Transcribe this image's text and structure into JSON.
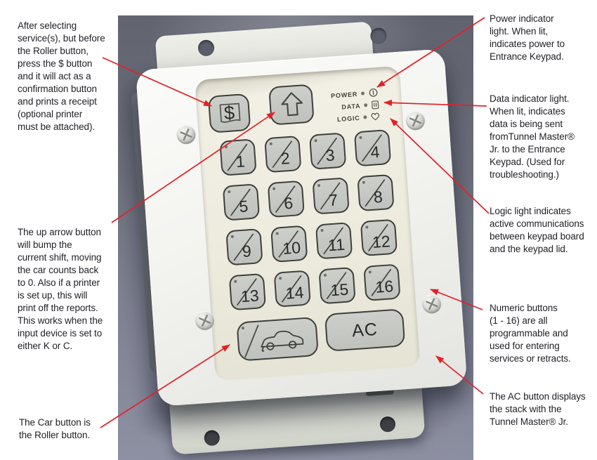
{
  "colors": {
    "accent_red": "#e32128",
    "photo_bg_top": "#60636e",
    "photo_bg_bottom": "#8e91a3",
    "device_body": "#f3f3f0",
    "panel_cream": "#edebde",
    "button_gray": "#c6c8c3"
  },
  "annotations": {
    "dollar": "After selecting\nservice(s), but before\nthe Roller button,\npress the $ button\nand it will act as a\nconfirmation button\nand prints a receipt\n(optional printer\nmust be attached).",
    "up_arrow": "The up arrow button\nwill bump the\ncurrent shift, moving\nthe car counts back\nto 0. Also if a printer\nis set up, this will\nprint off the reports.\nThis works when the\ninput device is set to\neither K or C.",
    "car": "The Car button is\nthe Roller button.",
    "power": "Power indicator\nlight. When lit,\nindicates power to\nEntrance Keypad.",
    "data": "Data indicator light.\nWhen lit, indicates\ndata is being sent\nfromTunnel Master®\nJr. to the Entrance\nKeypad. (Used for\ntroubleshooting.)",
    "logic": "Logic light indicates\nactive communications\nbetween keypad board\nand the keypad lid.",
    "numeric": "Numeric buttons\n(1 - 16) are all\nprogrammable and\nused for entering\nservices or retracts.",
    "ac": "The AC button displays\nthe stack with the\nTunnel Master® Jr."
  },
  "keypad": {
    "indicators": [
      {
        "label": "POWER",
        "icon": "power-circle-i-icon"
      },
      {
        "label": "DATA",
        "icon": "data-connector-icon"
      },
      {
        "label": "LOGIC",
        "icon": "heart-icon"
      }
    ],
    "numeric_buttons": [
      "1",
      "2",
      "3",
      "4",
      "5",
      "6",
      "7",
      "8",
      "9",
      "10",
      "11",
      "12",
      "13",
      "14",
      "15",
      "16"
    ],
    "dollar_button_label": "$",
    "ac_button_label": "AC"
  }
}
